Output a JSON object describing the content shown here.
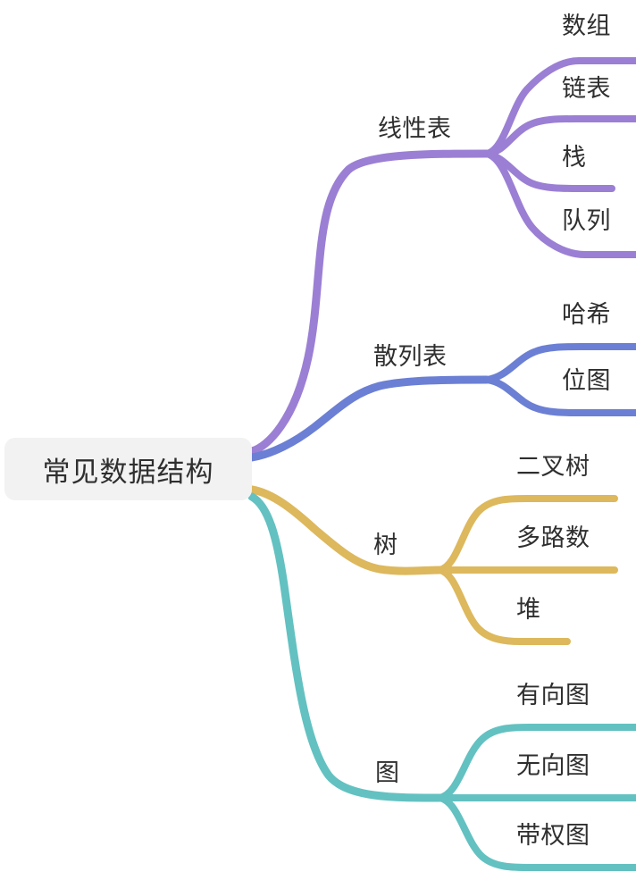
{
  "diagram": {
    "type": "mind-map",
    "title": "常见数据结构",
    "background": "#ffffff",
    "text_color": "#2f2f2f",
    "root": {
      "label": "常见数据结构",
      "box_color": "#f2f2f2"
    },
    "branches": [
      {
        "label": "线性表",
        "color": "#9b7fd4",
        "children": [
          {
            "label": "数组"
          },
          {
            "label": "链表"
          },
          {
            "label": "栈"
          },
          {
            "label": "队列"
          }
        ]
      },
      {
        "label": "散列表",
        "color": "#6b7fd4",
        "children": [
          {
            "label": "哈希"
          },
          {
            "label": "位图"
          }
        ]
      },
      {
        "label": "树",
        "color": "#ddb85c",
        "children": [
          {
            "label": "二叉树"
          },
          {
            "label": "多路数"
          },
          {
            "label": "堆"
          }
        ]
      },
      {
        "label": "图",
        "color": "#63c1c1",
        "children": [
          {
            "label": "有向图"
          },
          {
            "label": "无向图"
          },
          {
            "label": "带权图"
          }
        ]
      }
    ]
  }
}
